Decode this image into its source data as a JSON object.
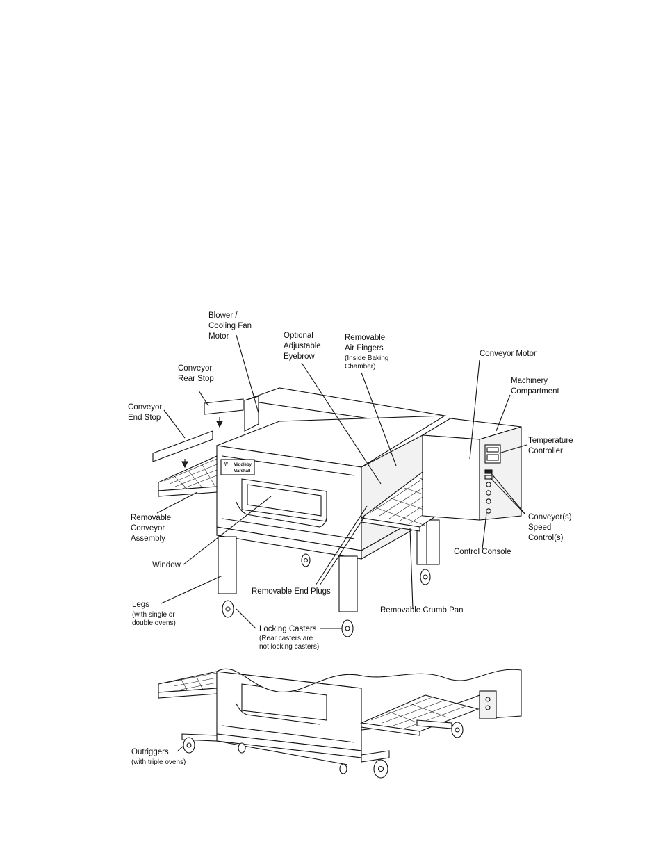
{
  "labels": {
    "blower": "Blower /\nCooling Fan\nMotor",
    "eyebrow": "Optional\nAdjustable\nEyebrow",
    "air_fingers": "Removable\nAir Fingers",
    "air_fingers_note": "(Inside Baking\nChamber)",
    "conveyor_motor": "Conveyor Motor",
    "rear_stop": "Conveyor\nRear Stop",
    "machinery": "Machinery\nCompartment",
    "end_stop": "Conveyor\nEnd Stop",
    "temp_controller": "Temperature\nController",
    "conveyor_assembly": "Removable\nConveyor\nAssembly",
    "speed_control": "Conveyor(s)\nSpeed\nControl(s)",
    "control_console": "Control Console",
    "window": "Window",
    "end_plugs": "Removable End Plugs",
    "legs": "Legs",
    "legs_note": "(with single or\ndouble ovens)",
    "crumb_pan": "Removable Crumb Pan",
    "locking_casters": "Locking Casters",
    "casters_note": "(Rear casters are\nnot locking casters)",
    "outriggers": "Outriggers",
    "outriggers_note": "(with triple ovens)"
  },
  "brand": "Middleby Marshall"
}
